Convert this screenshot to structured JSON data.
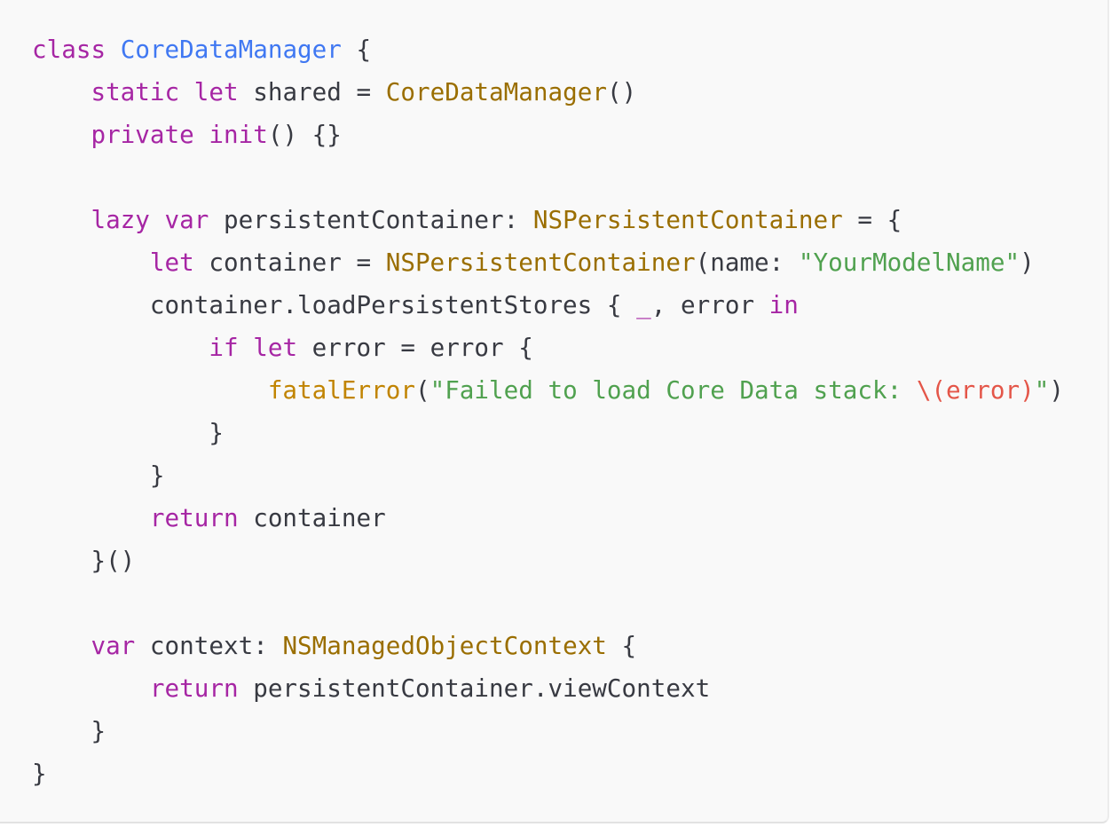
{
  "code": {
    "language": "swift",
    "colors": {
      "keyword": "#a626a4",
      "type": "#9a6e00",
      "class_name": "#4078f2",
      "string": "#50a14f",
      "function": "#c18401",
      "interpolation": "#e45649",
      "plain": "#383a42",
      "background": "#f9f9f9"
    },
    "lines": [
      [
        {
          "t": "class",
          "c": "kw"
        },
        {
          "t": " ",
          "c": "pl"
        },
        {
          "t": "CoreDataManager",
          "c": "cls"
        },
        {
          "t": " {",
          "c": "pl"
        }
      ],
      [
        {
          "t": "    ",
          "c": "pl"
        },
        {
          "t": "static",
          "c": "kw"
        },
        {
          "t": " ",
          "c": "pl"
        },
        {
          "t": "let",
          "c": "kw"
        },
        {
          "t": " shared = ",
          "c": "pl"
        },
        {
          "t": "CoreDataManager",
          "c": "ty"
        },
        {
          "t": "()",
          "c": "pl"
        }
      ],
      [
        {
          "t": "    ",
          "c": "pl"
        },
        {
          "t": "private",
          "c": "kw"
        },
        {
          "t": " ",
          "c": "pl"
        },
        {
          "t": "init",
          "c": "kw"
        },
        {
          "t": "() {}",
          "c": "pl"
        }
      ],
      [
        {
          "t": "",
          "c": "pl"
        }
      ],
      [
        {
          "t": "    ",
          "c": "pl"
        },
        {
          "t": "lazy",
          "c": "kw"
        },
        {
          "t": " ",
          "c": "pl"
        },
        {
          "t": "var",
          "c": "kw"
        },
        {
          "t": " persistentContainer: ",
          "c": "pl"
        },
        {
          "t": "NSPersistentContainer",
          "c": "ty"
        },
        {
          "t": " = {",
          "c": "pl"
        }
      ],
      [
        {
          "t": "        ",
          "c": "pl"
        },
        {
          "t": "let",
          "c": "kw"
        },
        {
          "t": " container = ",
          "c": "pl"
        },
        {
          "t": "NSPersistentContainer",
          "c": "ty"
        },
        {
          "t": "(name: ",
          "c": "pl"
        },
        {
          "t": "\"YourModelName\"",
          "c": "str"
        },
        {
          "t": ")",
          "c": "pl"
        }
      ],
      [
        {
          "t": "        container.loadPersistentStores { ",
          "c": "pl"
        },
        {
          "t": "_",
          "c": "kw"
        },
        {
          "t": ", error ",
          "c": "pl"
        },
        {
          "t": "in",
          "c": "kw"
        }
      ],
      [
        {
          "t": "            ",
          "c": "pl"
        },
        {
          "t": "if",
          "c": "kw"
        },
        {
          "t": " ",
          "c": "pl"
        },
        {
          "t": "let",
          "c": "kw"
        },
        {
          "t": " error = error {",
          "c": "pl"
        }
      ],
      [
        {
          "t": "                ",
          "c": "pl"
        },
        {
          "t": "fatalError",
          "c": "fn"
        },
        {
          "t": "(",
          "c": "pl"
        },
        {
          "t": "\"Failed to load Core Data stack: ",
          "c": "str"
        },
        {
          "t": "\\(error)",
          "c": "interp"
        },
        {
          "t": "\"",
          "c": "str"
        },
        {
          "t": ")",
          "c": "pl"
        }
      ],
      [
        {
          "t": "            }",
          "c": "pl"
        }
      ],
      [
        {
          "t": "        }",
          "c": "pl"
        }
      ],
      [
        {
          "t": "        ",
          "c": "pl"
        },
        {
          "t": "return",
          "c": "kw"
        },
        {
          "t": " container",
          "c": "pl"
        }
      ],
      [
        {
          "t": "    }()",
          "c": "pl"
        }
      ],
      [
        {
          "t": "",
          "c": "pl"
        }
      ],
      [
        {
          "t": "    ",
          "c": "pl"
        },
        {
          "t": "var",
          "c": "kw"
        },
        {
          "t": " context: ",
          "c": "pl"
        },
        {
          "t": "NSManagedObjectContext",
          "c": "ty"
        },
        {
          "t": " {",
          "c": "pl"
        }
      ],
      [
        {
          "t": "        ",
          "c": "pl"
        },
        {
          "t": "return",
          "c": "kw"
        },
        {
          "t": " persistentContainer.viewContext",
          "c": "pl"
        }
      ],
      [
        {
          "t": "    }",
          "c": "pl"
        }
      ],
      [
        {
          "t": "}",
          "c": "pl"
        }
      ]
    ]
  }
}
